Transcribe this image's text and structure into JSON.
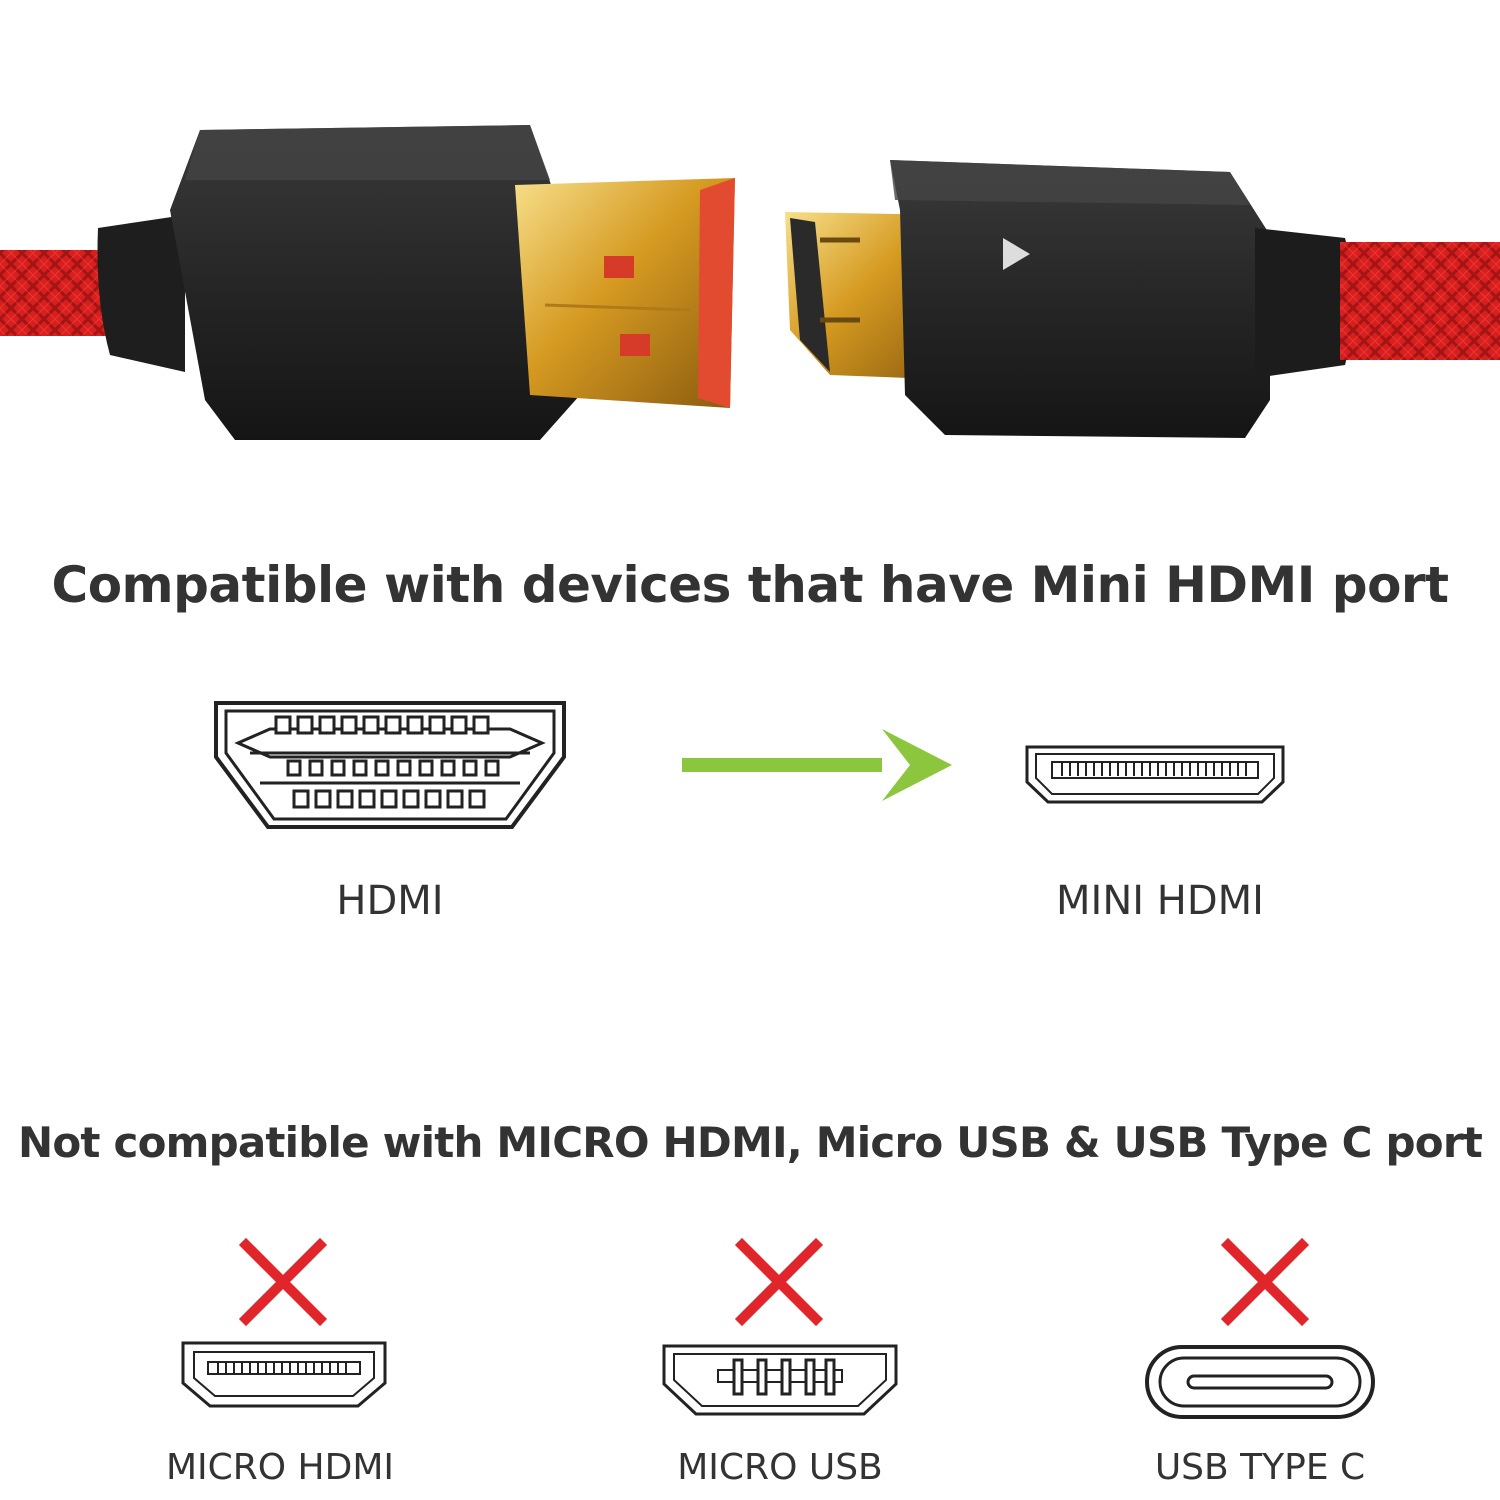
{
  "headline_compatible": "Compatible with devices that have Mini HDMI port",
  "headline_not_compatible": "Not compatible with MICRO HDMI, Micro USB & USB Type C port",
  "compatible_ports": [
    {
      "label": "HDMI",
      "icon": "hdmi-port-icon"
    },
    {
      "label": "MINI HDMI",
      "icon": "mini-hdmi-port-icon"
    }
  ],
  "incompatible_ports": [
    {
      "label": "MICRO HDMI",
      "icon": "micro-hdmi-port-icon"
    },
    {
      "label": "MICRO USB",
      "icon": "micro-usb-port-icon"
    },
    {
      "label": "USB TYPE C",
      "icon": "usb-type-c-port-icon"
    }
  ],
  "colors": {
    "cable_red": "#d81f1f",
    "connector_black": "#2a2a2a",
    "gold": "#d9a227",
    "arrow_green": "#8cc63f",
    "cross_red": "#e0262b",
    "text": "#333333"
  }
}
